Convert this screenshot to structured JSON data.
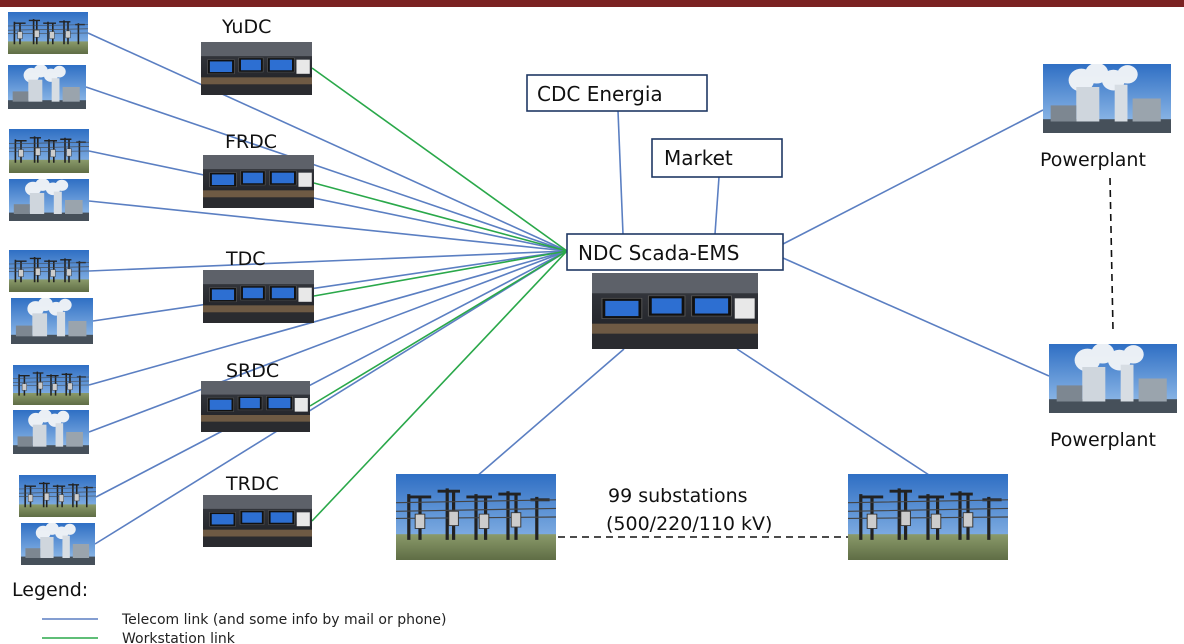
{
  "colors": {
    "top_bar": "#7b2222",
    "telecom_link": "#5b7fc2",
    "workstation_link": "#2aa84a",
    "box_border": "#1f3864"
  },
  "hub": {
    "label": "NDC Scada-EMS"
  },
  "boxes": {
    "cdc": "CDC Energia",
    "market": "Market"
  },
  "dispatch_centers": [
    "YuDC",
    "FRDC",
    "TDC",
    "SRDC",
    "TRDC"
  ],
  "powerplants": [
    "Powerplant",
    "Powerplant"
  ],
  "substations_label": [
    "99 substations",
    "(500/220/110 kV)"
  ],
  "legend": {
    "title": "Legend:",
    "items": [
      {
        "label": "Telecom link (and some info by mail or phone)",
        "color": "#5b7fc2"
      },
      {
        "label": "Workstation link",
        "color": "#2aa84a"
      }
    ]
  }
}
